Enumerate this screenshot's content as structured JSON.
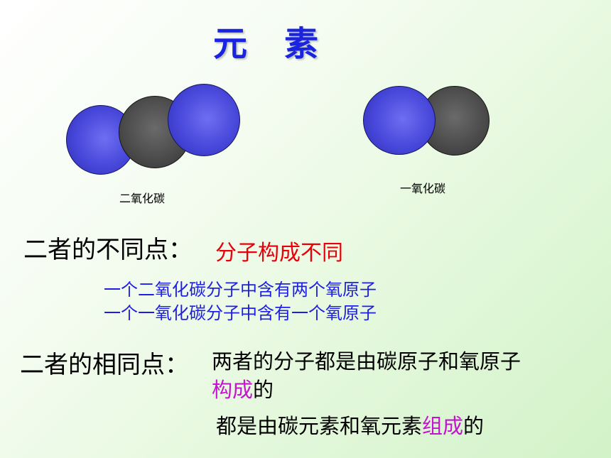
{
  "title": "元素",
  "molecules": {
    "co2": {
      "label": "二氧化碳"
    },
    "co": {
      "label": "一氧化碳"
    }
  },
  "difference": {
    "heading": "二者的不同点：",
    "answer": "分子构成不同",
    "details": [
      "一个二氧化碳分子中含有两个氧原子",
      "一个一氧化碳分子中含有一个氧原子"
    ]
  },
  "similarity": {
    "heading": "二者的相同点：",
    "line1": "两者的分子都是由碳原子和氧原子",
    "line2_highlight": "构成",
    "line2_rest": "的",
    "line3_prefix": "都是由碳元素和氧元素",
    "line3_highlight": "组成",
    "line3_suffix": "的"
  },
  "colors": {
    "title": "#1a23e0",
    "oxygen_atom": "#4747da",
    "carbon_atom": "#4a4a4a",
    "answer_text": "#e8000b",
    "detail_text": "#1e1ee4",
    "highlight_text": "#c414d0"
  }
}
